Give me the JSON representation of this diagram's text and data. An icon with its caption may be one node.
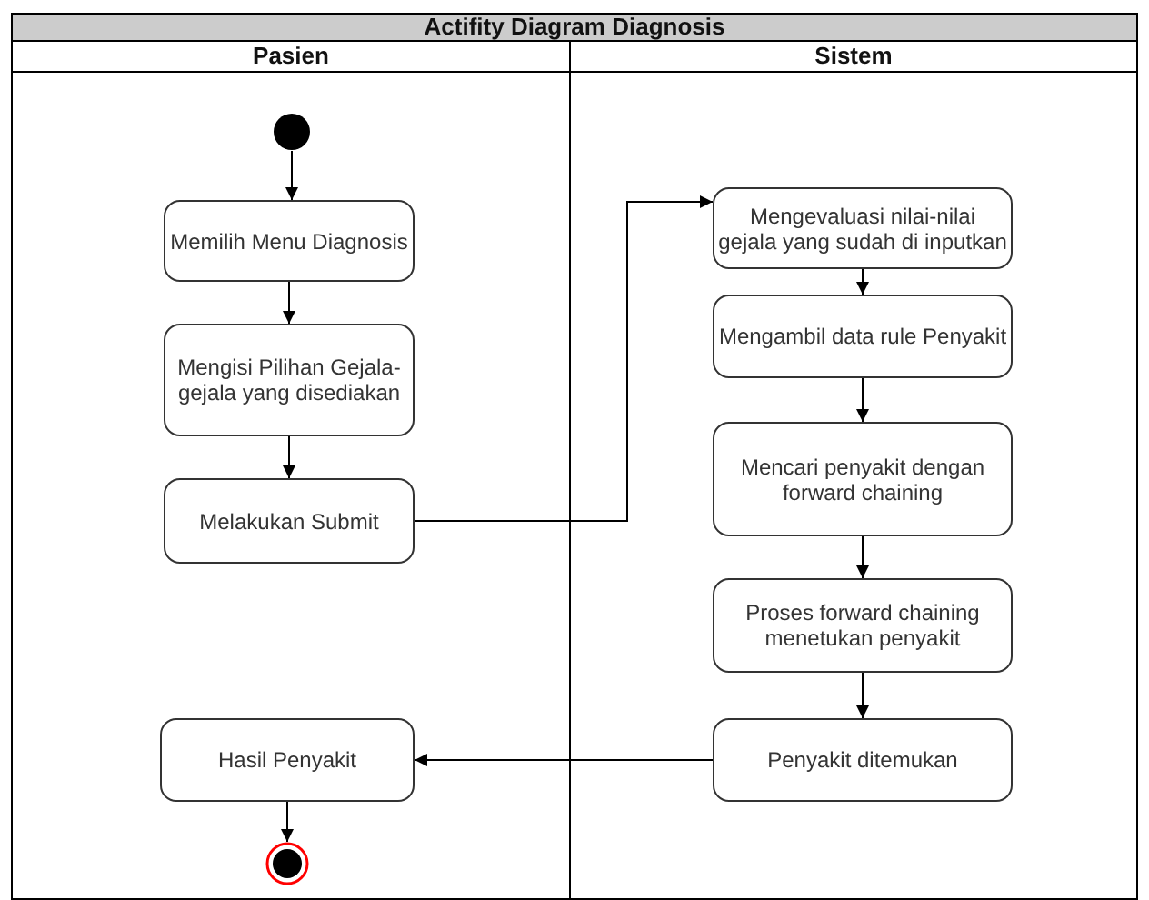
{
  "diagram": {
    "title": "Actifity Diagram Diagnosis",
    "nodes": [
      {
        "text": [
          "Pasien"
        ]
      },
      {
        "text": [
          "Sistem"
        ]
      },
      {
        "text": [],
        "shape": "circle",
        "in": 0
      },
      {
        "text": [
          "Memilih Menu Diagnosis"
        ],
        "in": 0
      },
      {
        "text": [
          "Mengisi Pilihan Gejala-gejala yang disediakan"
        ],
        "in": 0
      },
      {
        "text": [
          "Melakukan Submit"
        ],
        "in": 0
      },
      {
        "text": [
          "Hasil Penyakit"
        ],
        "in": 0
      },
      {
        "text": [],
        "shape": "circle",
        "in": 0
      },
      {
        "text": [
          "Mengevaluasi nilai-nilai gejala yang sudah di inputkan"
        ],
        "in": 1
      },
      {
        "text": [
          "Mengambil data rule Penyakit"
        ],
        "in": 1
      },
      {
        "text": [
          "Mencari penyakit dengan forward chaining"
        ],
        "in": 1
      },
      {
        "text": [
          "Proses forward chaining menetukan penyakit"
        ],
        "in": 1
      },
      {
        "text": [
          "Penyakit ditemukan"
        ],
        "in": 1
      }
    ],
    "edges": [
      {
        "from": 2,
        "to": 3,
        "arrow": "to"
      },
      {
        "from": 3,
        "to": 4,
        "arrow": "to"
      },
      {
        "from": 4,
        "to": 5,
        "arrow": "to"
      },
      {
        "from": 5,
        "to": 8,
        "arrow": "to"
      },
      {
        "from": 8,
        "to": 9,
        "arrow": "to"
      },
      {
        "from": 9,
        "to": 10,
        "arrow": "to"
      },
      {
        "from": 10,
        "to": 11,
        "arrow": "to"
      },
      {
        "from": 11,
        "to": 12,
        "arrow": "to"
      },
      {
        "from": 12,
        "to": 6,
        "arrow": "to"
      },
      {
        "from": 6,
        "to": 7,
        "arrow": "to"
      }
    ]
  }
}
